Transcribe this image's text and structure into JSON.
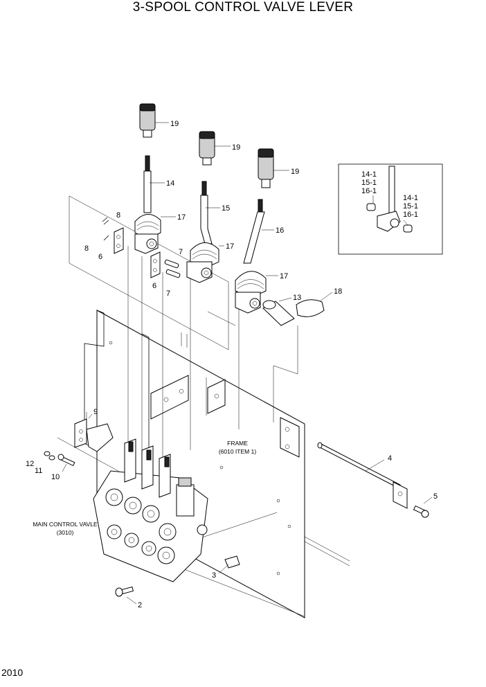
{
  "title": "3-SPOOL CONTROL VALVE LEVER",
  "page_number": "2010",
  "notes": {
    "frame": [
      "FRAME",
      "(6010 ITEM 1)"
    ],
    "main_valve": [
      "MAIN CONTROL VAVLE",
      "(3010)"
    ]
  },
  "callouts": {
    "c19a": "19",
    "c19b": "19",
    "c19c": "19",
    "c14": "14",
    "c15": "15",
    "c16": "16",
    "c17a": "17",
    "c17b": "17",
    "c17c": "17",
    "c8a": "8",
    "c8b": "8",
    "c6a": "6",
    "c6b": "6",
    "c7a": "7",
    "c7b": "7",
    "c13": "13",
    "c18": "18",
    "c9": "9",
    "c12": "12",
    "c11": "11",
    "c10": "10",
    "c4": "4",
    "c5": "5",
    "c3": "3",
    "c2": "2",
    "inset_left": [
      "14-1",
      "15-1",
      "16-1"
    ],
    "inset_right": [
      "14-1",
      "15-1",
      "16-1"
    ]
  }
}
